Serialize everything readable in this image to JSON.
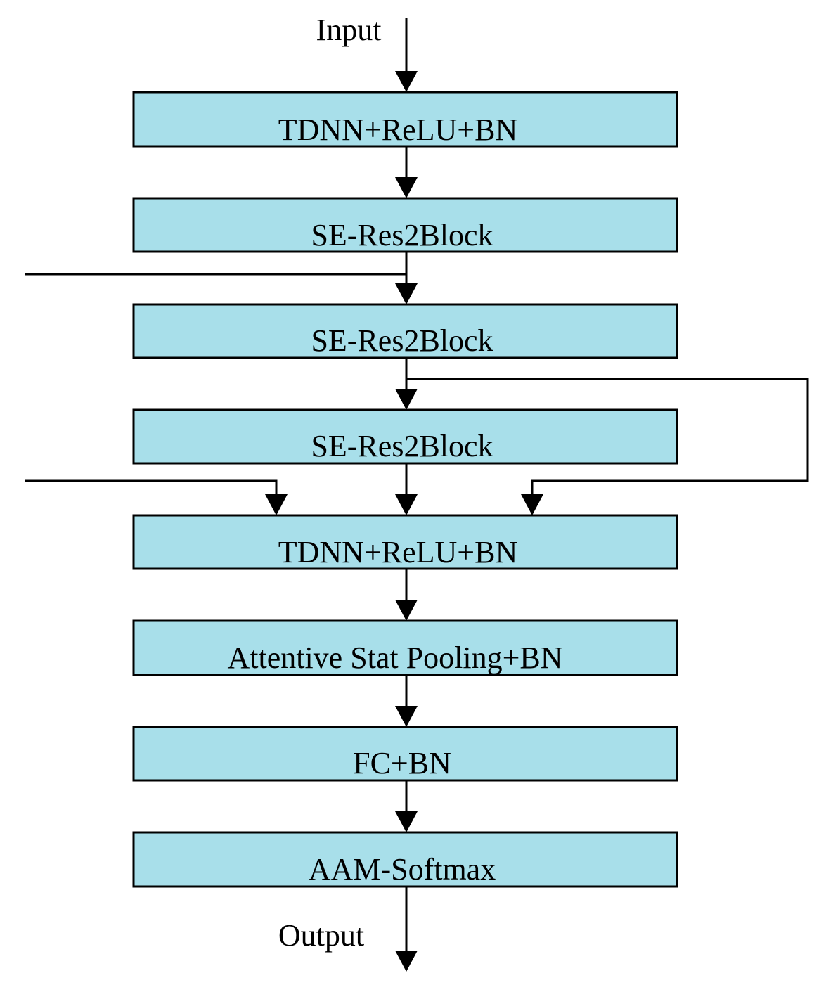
{
  "colors": {
    "box_fill": "#a8dfea",
    "line": "#000000"
  },
  "input_label": "Input",
  "output_label": "Output",
  "blocks": [
    "TDNN+ReLU+BN",
    "SE-Res2Block",
    "SE-Res2Block",
    "SE-Res2Block",
    "TDNN+ReLU+BN",
    "Attentive Stat Pooling+BN",
    "FC+BN",
    "AAM-Softmax"
  ]
}
